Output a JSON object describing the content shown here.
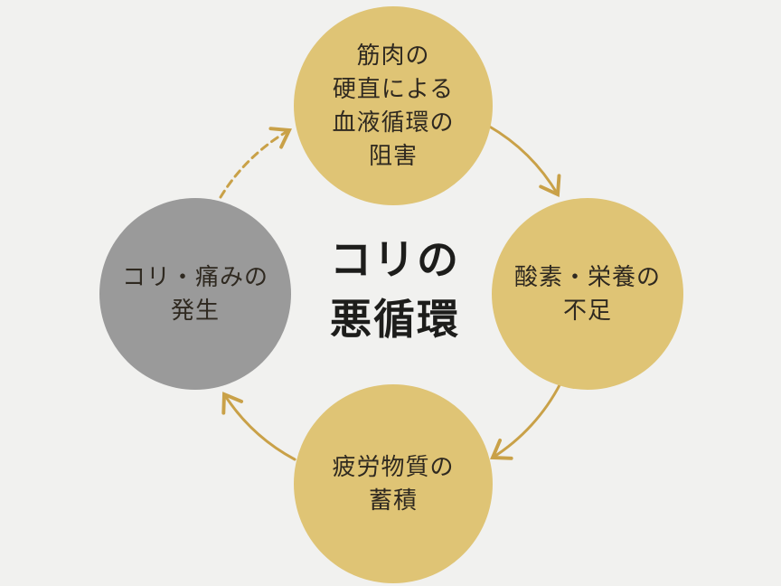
{
  "title": {
    "lines": [
      "コリの",
      "悪循環"
    ]
  },
  "nodes": {
    "top": {
      "lines": [
        "筋肉の",
        "硬直による",
        "血液循環の",
        "阻害"
      ]
    },
    "right": {
      "lines": [
        "酸素・栄養の",
        "不足"
      ]
    },
    "bottom": {
      "lines": [
        "疲労物質の",
        "蓄積"
      ]
    },
    "left": {
      "lines": [
        "コリ・痛みの",
        "発生"
      ]
    }
  },
  "flow": [
    {
      "from": "筋肉の硬直による血液循環の阻害",
      "to": "酸素・栄養の不足",
      "style": "solid"
    },
    {
      "from": "酸素・栄養の不足",
      "to": "疲労物質の蓄積",
      "style": "solid"
    },
    {
      "from": "疲労物質の蓄積",
      "to": "コリ・痛みの発生",
      "style": "solid"
    },
    {
      "from": "コリ・痛みの発生",
      "to": "筋肉の硬直による血液循環の阻害",
      "style": "dashed"
    }
  ],
  "colors": {
    "background": "#f1f1ef",
    "node-gold": "#dfc475",
    "node-gray": "#9a9a9a",
    "arrow": "#c9a148",
    "node-text": "#2f2920",
    "title-text": "#1d1d1b"
  }
}
